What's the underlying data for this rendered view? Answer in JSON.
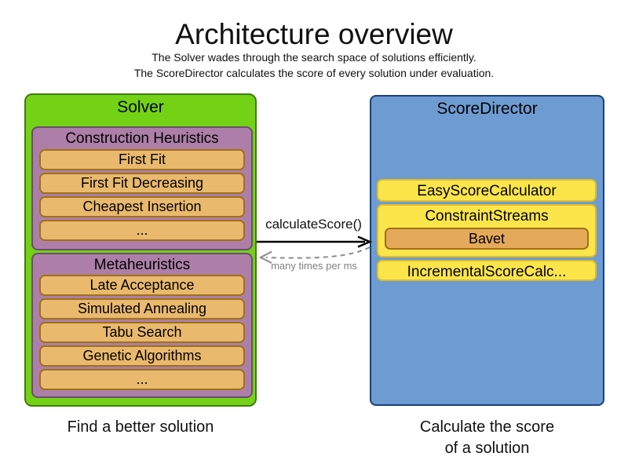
{
  "header": {
    "title": "Architecture overview",
    "subtitle_line1": "The Solver wades through the search space of solutions efficiently.",
    "subtitle_line2": "The ScoreDirector calculates the score of every solution under evaluation."
  },
  "solver": {
    "label": "Solver",
    "caption": "Find a better solution",
    "groups": [
      {
        "label": "Construction Heuristics",
        "items": [
          "First Fit",
          "First Fit Decreasing",
          "Cheapest Insertion",
          "..."
        ]
      },
      {
        "label": "Metaheuristics",
        "items": [
          "Late Acceptance",
          "Simulated Annealing",
          "Tabu Search",
          "Genetic Algorithms",
          "..."
        ]
      }
    ]
  },
  "score_director": {
    "label": "ScoreDirector",
    "caption_line1": "Calculate the score",
    "caption_line2": "of a solution",
    "calculators": [
      {
        "label": "EasyScoreCalculator"
      },
      {
        "label": "ConstraintStreams",
        "impl": "Bavet"
      },
      {
        "label": "IncrementalScoreCalc..."
      }
    ]
  },
  "interaction": {
    "call_label": "calculateScore()",
    "frequency_label": "many times per ms"
  },
  "colors": {
    "solver_fill": "#73d216",
    "solver_border": "#3f7d07",
    "phase_fill": "#ad7fa8",
    "phase_border": "#6b4d70",
    "algorithm_fill": "#e9b96e",
    "algorithm_border": "#a07116",
    "score_director_fill": "#6e9cd2",
    "score_director_border": "#17407e",
    "calculator_fill": "#fbe54a",
    "calculator_border": "#ddbb2b",
    "call_arrow": "#000000",
    "return_arrow": "#8a8a8a"
  }
}
